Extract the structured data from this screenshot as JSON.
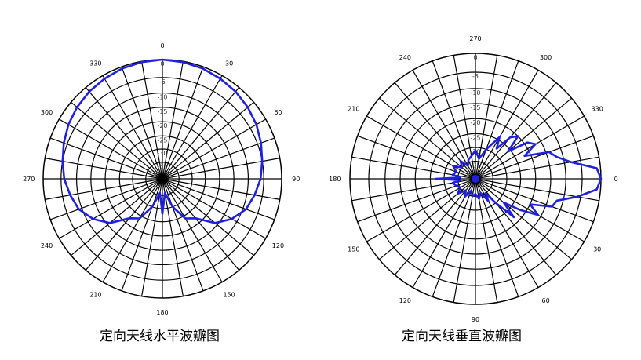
{
  "chart_data": [
    {
      "type": "polar",
      "title": "定向天线水平波瓣图",
      "angle_labels": [
        "0",
        "30",
        "60",
        "90",
        "120",
        "150",
        "180",
        "210",
        "240",
        "270",
        "300",
        "330"
      ],
      "angle_zero": "top",
      "direction": "clockwise",
      "radial_ticks": [
        "0",
        "-5",
        "-10",
        "-15",
        "-20",
        "-25",
        "-30",
        "-35"
      ],
      "rlim": [
        -40,
        0
      ],
      "grid": true,
      "series_color": "#2020e0",
      "angles_deg": [
        0,
        10,
        20,
        30,
        40,
        50,
        60,
        70,
        80,
        90,
        100,
        110,
        120,
        130,
        140,
        150,
        160,
        170,
        180,
        190,
        200,
        210,
        220,
        230,
        240,
        250,
        260,
        270,
        280,
        290,
        300,
        310,
        320,
        330,
        340,
        350
      ],
      "values_db": [
        0,
        -0.2,
        -0.5,
        -1,
        -1.5,
        -2.2,
        -3,
        -4,
        -5,
        -6,
        -7.5,
        -9,
        -12,
        -16,
        -22,
        -24,
        -30,
        -36,
        -28,
        -36,
        -30,
        -24,
        -22,
        -16,
        -12,
        -9,
        -7.5,
        -6,
        -5,
        -4,
        -3,
        -2.2,
        -1.5,
        -1,
        -0.5,
        -0.2
      ]
    },
    {
      "type": "polar",
      "title": "定向天线垂直波瓣图",
      "angle_labels": [
        "0",
        "30",
        "60",
        "90",
        "120",
        "150",
        "180",
        "210",
        "240",
        "270",
        "300",
        "330"
      ],
      "angle_zero": "right",
      "direction": "clockwise",
      "radial_ticks": [
        "0",
        "-5",
        "-10",
        "-15",
        "-20",
        "-25",
        "-30",
        "-35"
      ],
      "rlim": [
        -40,
        0
      ],
      "grid": true,
      "series_color": "#2020e0",
      "angles_deg": [
        0,
        5,
        10,
        15,
        20,
        25,
        30,
        35,
        40,
        45,
        50,
        55,
        60,
        70,
        80,
        90,
        100,
        110,
        120,
        130,
        140,
        150,
        160,
        170,
        175,
        180,
        185,
        190,
        200,
        210,
        220,
        230,
        240,
        250,
        260,
        270,
        280,
        290,
        300,
        305,
        310,
        315,
        320,
        325,
        330,
        335,
        340,
        345,
        350,
        355
      ],
      "values_db": [
        0,
        -1,
        -6,
        -12,
        -13,
        -20,
        -16,
        -22,
        -28,
        -22,
        -30,
        -35,
        -32,
        -36,
        -34,
        -36,
        -35,
        -37,
        -34,
        -36,
        -33,
        -35,
        -34,
        -33,
        -36,
        -27,
        -36,
        -33,
        -34,
        -32,
        -35,
        -33,
        -36,
        -34,
        -33,
        -31,
        -34,
        -30,
        -24,
        -28,
        -22,
        -20,
        -26,
        -19,
        -17,
        -22,
        -14,
        -12,
        -8,
        -1
      ]
    }
  ]
}
